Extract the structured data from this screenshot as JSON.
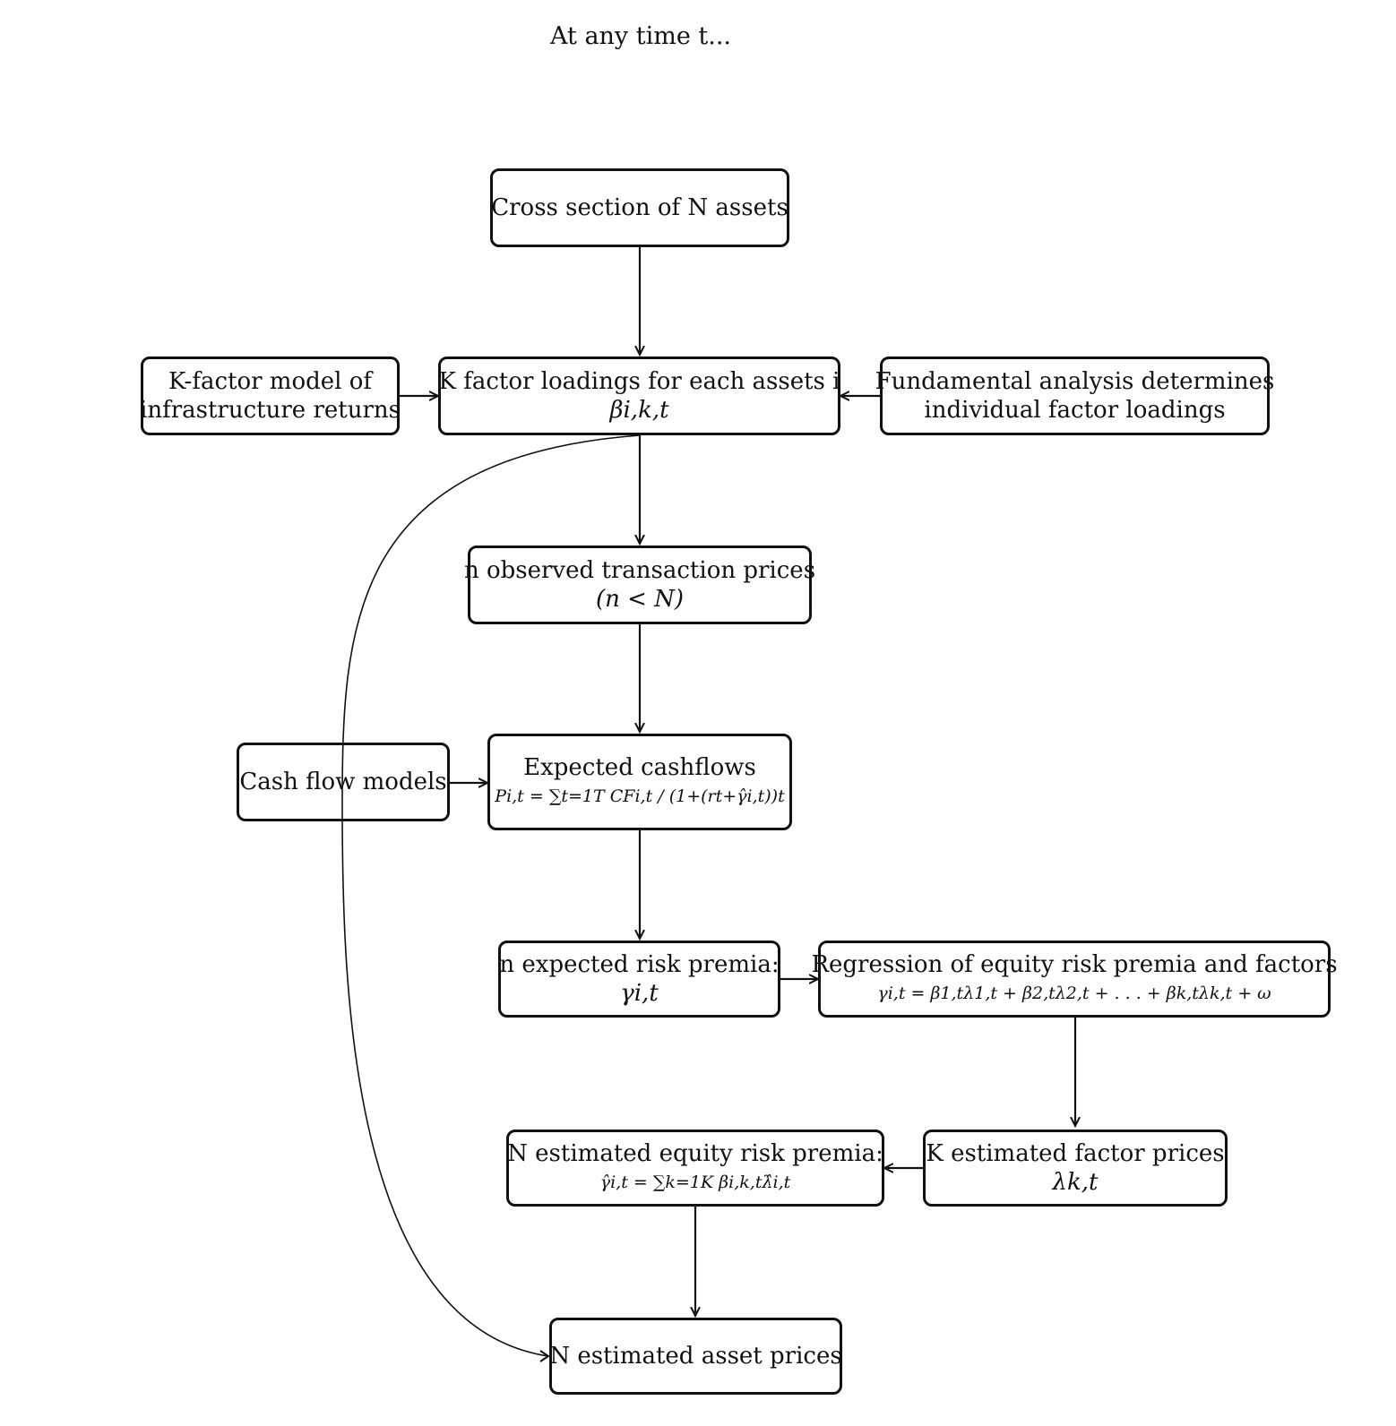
{
  "title": "At any time t...",
  "nodes": {
    "cross_section": {
      "line1": "Cross section of N assets"
    },
    "factor_model": {
      "line1": "K-factor model of",
      "line2": "infrastructure returns"
    },
    "factor_loadings": {
      "line1": "K factor loadings for each assets i",
      "line2": "βi,k,t"
    },
    "fundamental": {
      "line1": "Fundamental analysis determines",
      "line2": "individual factor loadings"
    },
    "observed_prices": {
      "line1": "n observed transaction prices",
      "line2": "(n < N)"
    },
    "cash_flow_models": {
      "line1": "Cash flow models"
    },
    "expected_cashflows": {
      "line1": "Expected cashflows",
      "line2": "Pi,t = ∑t=1T CFi,t / (1+(rt+γ̂i,t))t"
    },
    "risk_premia": {
      "line1": "n expected risk premia:",
      "line2": "γi,t"
    },
    "regression": {
      "line1": "Regression of equity risk premia and factors",
      "line2": "γi,t = β1,tλ1,t + β2,tλ2,t + . . . + βk,tλk,t + ω"
    },
    "factor_prices": {
      "line1": "K estimated factor prices",
      "line2": "λk,t"
    },
    "estimated_premia": {
      "line1": "N estimated equity risk premia:",
      "line2": "γ̂i,t = ∑k=1K βi,k,tλ̂i,t"
    },
    "asset_prices": {
      "line1": "N estimated asset prices"
    }
  },
  "edges": [
    {
      "from": "cross_section",
      "to": "factor_loadings"
    },
    {
      "from": "factor_model",
      "to": "factor_loadings"
    },
    {
      "from": "fundamental",
      "to": "factor_loadings"
    },
    {
      "from": "factor_loadings",
      "to": "observed_prices"
    },
    {
      "from": "observed_prices",
      "to": "expected_cashflows"
    },
    {
      "from": "cash_flow_models",
      "to": "expected_cashflows"
    },
    {
      "from": "expected_cashflows",
      "to": "risk_premia"
    },
    {
      "from": "risk_premia",
      "to": "regression"
    },
    {
      "from": "regression",
      "to": "factor_prices"
    },
    {
      "from": "factor_prices",
      "to": "estimated_premia"
    },
    {
      "from": "estimated_premia",
      "to": "asset_prices"
    },
    {
      "from": "factor_loadings",
      "to": "asset_prices"
    }
  ]
}
